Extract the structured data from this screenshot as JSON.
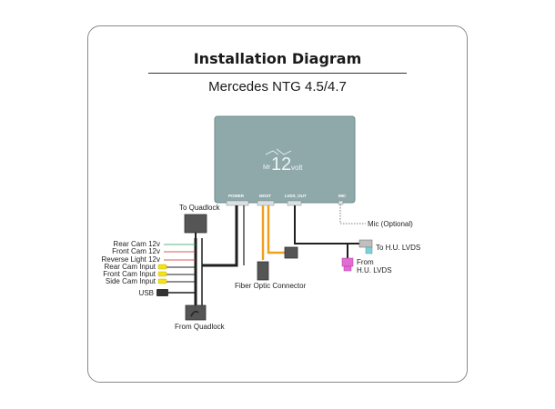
{
  "title": "Installation Diagram",
  "subtitle": "Mercedes NTG 4.5/4.7",
  "module": {
    "logo_prefix": "Mr",
    "logo_number": "12",
    "logo_suffix": "volt",
    "ports": [
      "POWER",
      "MOST",
      "LVDS_OUT",
      "MIC"
    ]
  },
  "labels": {
    "to_quadlock": "To Quadlock",
    "from_quadlock": "From Quadlock",
    "fiber_optic": "Fiber Optic Connector",
    "mic": "Mic (Optional)",
    "to_hu_lvds": "To H.U. LVDS",
    "from_line1": "From",
    "from_line2": "H.U. LVDS"
  },
  "wires": [
    "Rear Cam 12v",
    "Front Cam 12v",
    "Reverse Light 12v",
    "Rear Cam Input",
    "Front Cam Input",
    "Side Cam Input",
    "USB"
  ],
  "colors": {
    "module": "#8fa9ab",
    "module_border": "#6f8a8c",
    "cable": "#1f1f1f",
    "fiber": "#f0a020",
    "rca": "#f3e21a",
    "green_wire": "#2e9a5c",
    "red_wire": "#d02020",
    "pink_connector": "#e36bd3",
    "teal_connector": "#7fd0d8"
  }
}
